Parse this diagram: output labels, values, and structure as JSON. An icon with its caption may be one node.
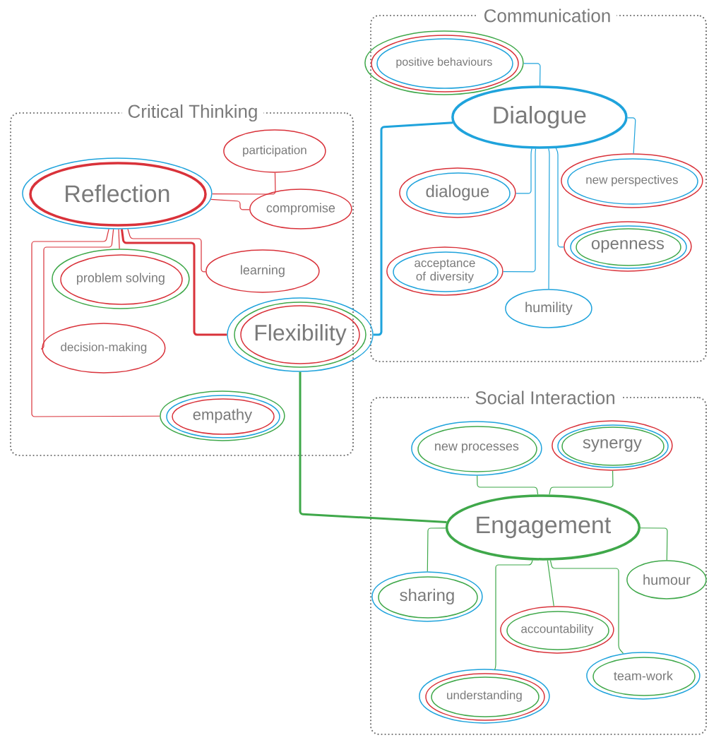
{
  "diagram": {
    "nodes": [
      {
        "text": [
          "Critical Thinking"
        ]
      },
      {
        "text": [
          "Reflection"
        ],
        "in": 0
      },
      {
        "text": [
          "participation"
        ],
        "in": 0
      },
      {
        "text": [
          "compromise"
        ],
        "in": 0
      },
      {
        "text": [
          "problem solving"
        ],
        "in": 0
      },
      {
        "text": [
          "learning"
        ],
        "in": 0
      },
      {
        "text": [
          "decision-making"
        ],
        "in": 0
      },
      {
        "text": [
          "Flexibility"
        ]
      },
      {
        "text": [
          "empathy"
        ],
        "in": 0
      },
      {
        "text": [
          "Communication"
        ]
      },
      {
        "text": [
          "positive behaviours"
        ],
        "in": 9
      },
      {
        "text": [
          "Dialogue"
        ],
        "in": 9
      },
      {
        "text": [
          "dialogue"
        ],
        "in": 9
      },
      {
        "text": [
          "new perspectives"
        ],
        "in": 9
      },
      {
        "text": [
          "acceptance of diversity"
        ],
        "in": 9
      },
      {
        "text": [
          "openness"
        ],
        "in": 9
      },
      {
        "text": [
          "humility"
        ],
        "in": 9
      },
      {
        "text": [
          "Social Interaction"
        ]
      },
      {
        "text": [
          "new processes"
        ],
        "in": 17
      },
      {
        "text": [
          "synergy"
        ],
        "in": 17
      },
      {
        "text": [
          "Engagement"
        ],
        "in": 17
      },
      {
        "text": [
          "sharing"
        ],
        "in": 17
      },
      {
        "text": [
          "humour"
        ],
        "in": 17
      },
      {
        "text": [
          "accountability"
        ],
        "in": 17
      },
      {
        "text": [
          "team-work"
        ],
        "in": 17
      },
      {
        "text": [
          "understanding"
        ],
        "in": 17
      }
    ],
    "edges": [
      {
        "from": 1,
        "to": 2,
        "arrow": "none",
        "color": "#d9323a"
      },
      {
        "from": 1,
        "to": 3,
        "arrow": "none",
        "color": "#d9323a"
      },
      {
        "from": 1,
        "to": 4,
        "arrow": "none",
        "color": "#d9323a"
      },
      {
        "from": 1,
        "to": 5,
        "arrow": "none",
        "color": "#d9323a"
      },
      {
        "from": 1,
        "to": 6,
        "arrow": "none",
        "color": "#d9323a"
      },
      {
        "from": 1,
        "to": 7,
        "arrow": "none",
        "style": "thick",
        "color": "#d9323a"
      },
      {
        "from": 1,
        "to": 8,
        "arrow": "none",
        "color": "#d9323a"
      },
      {
        "from": 11,
        "to": 10,
        "arrow": "none",
        "color": "#1fa3dc"
      },
      {
        "from": 11,
        "to": 7,
        "arrow": "none",
        "style": "thick",
        "color": "#1fa3dc"
      },
      {
        "from": 11,
        "to": 13,
        "arrow": "none",
        "color": "#1fa3dc"
      },
      {
        "from": 11,
        "to": 12,
        "arrow": "none",
        "color": "#1fa3dc"
      },
      {
        "from": 11,
        "to": 15,
        "arrow": "none",
        "color": "#1fa3dc"
      },
      {
        "from": 11,
        "to": 14,
        "arrow": "none",
        "color": "#1fa3dc"
      },
      {
        "from": 11,
        "to": 16,
        "arrow": "none",
        "color": "#1fa3dc"
      },
      {
        "from": 20,
        "to": 18,
        "arrow": "none"
      },
      {
        "from": 20,
        "to": 19,
        "arrow": "none"
      },
      {
        "from": 20,
        "to": 7,
        "arrow": "none",
        "style": "thick"
      },
      {
        "from": 20,
        "to": 21,
        "arrow": "none"
      },
      {
        "from": 20,
        "to": 22,
        "arrow": "none"
      },
      {
        "from": 20,
        "to": 23,
        "arrow": "none"
      },
      {
        "from": 20,
        "to": 24,
        "arrow": "none"
      },
      {
        "from": 20,
        "to": 25,
        "arrow": "none"
      }
    ]
  }
}
